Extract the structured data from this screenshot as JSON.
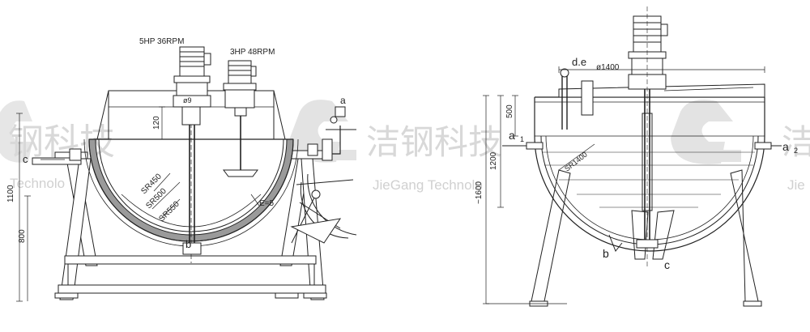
{
  "watermark": {
    "brand_cn_left": "钢科技",
    "brand_cn_center": "洁钢科技",
    "brand_cn_right": "洁",
    "brand_en_left": "Technolo",
    "brand_en_center": "JieGang Technolo",
    "brand_en_right": "Jie"
  },
  "left_view": {
    "motor1_label": "5HP 36RPM",
    "motor2_label": "3HP 48RPM",
    "dim_120": "120",
    "dim_phi": "ø9",
    "dim_1100": "1100",
    "dim_800": "800",
    "sr450": "SR450",
    "sr500": "SR500",
    "sr550": "SR550",
    "e5": "E=5",
    "label_a": "a",
    "label_b": "b",
    "label_c": "c"
  },
  "right_view": {
    "label_de": "d.e",
    "dim_phi1400": "ø1400",
    "dim_500": "500",
    "dim_1200": "1200",
    "dim_1600": "~1600",
    "sr1400": "SR1400",
    "label_a1": "a",
    "sub_1": "1",
    "label_a2": "a",
    "sub_2": "2",
    "label_b": "b",
    "label_c": "c"
  }
}
